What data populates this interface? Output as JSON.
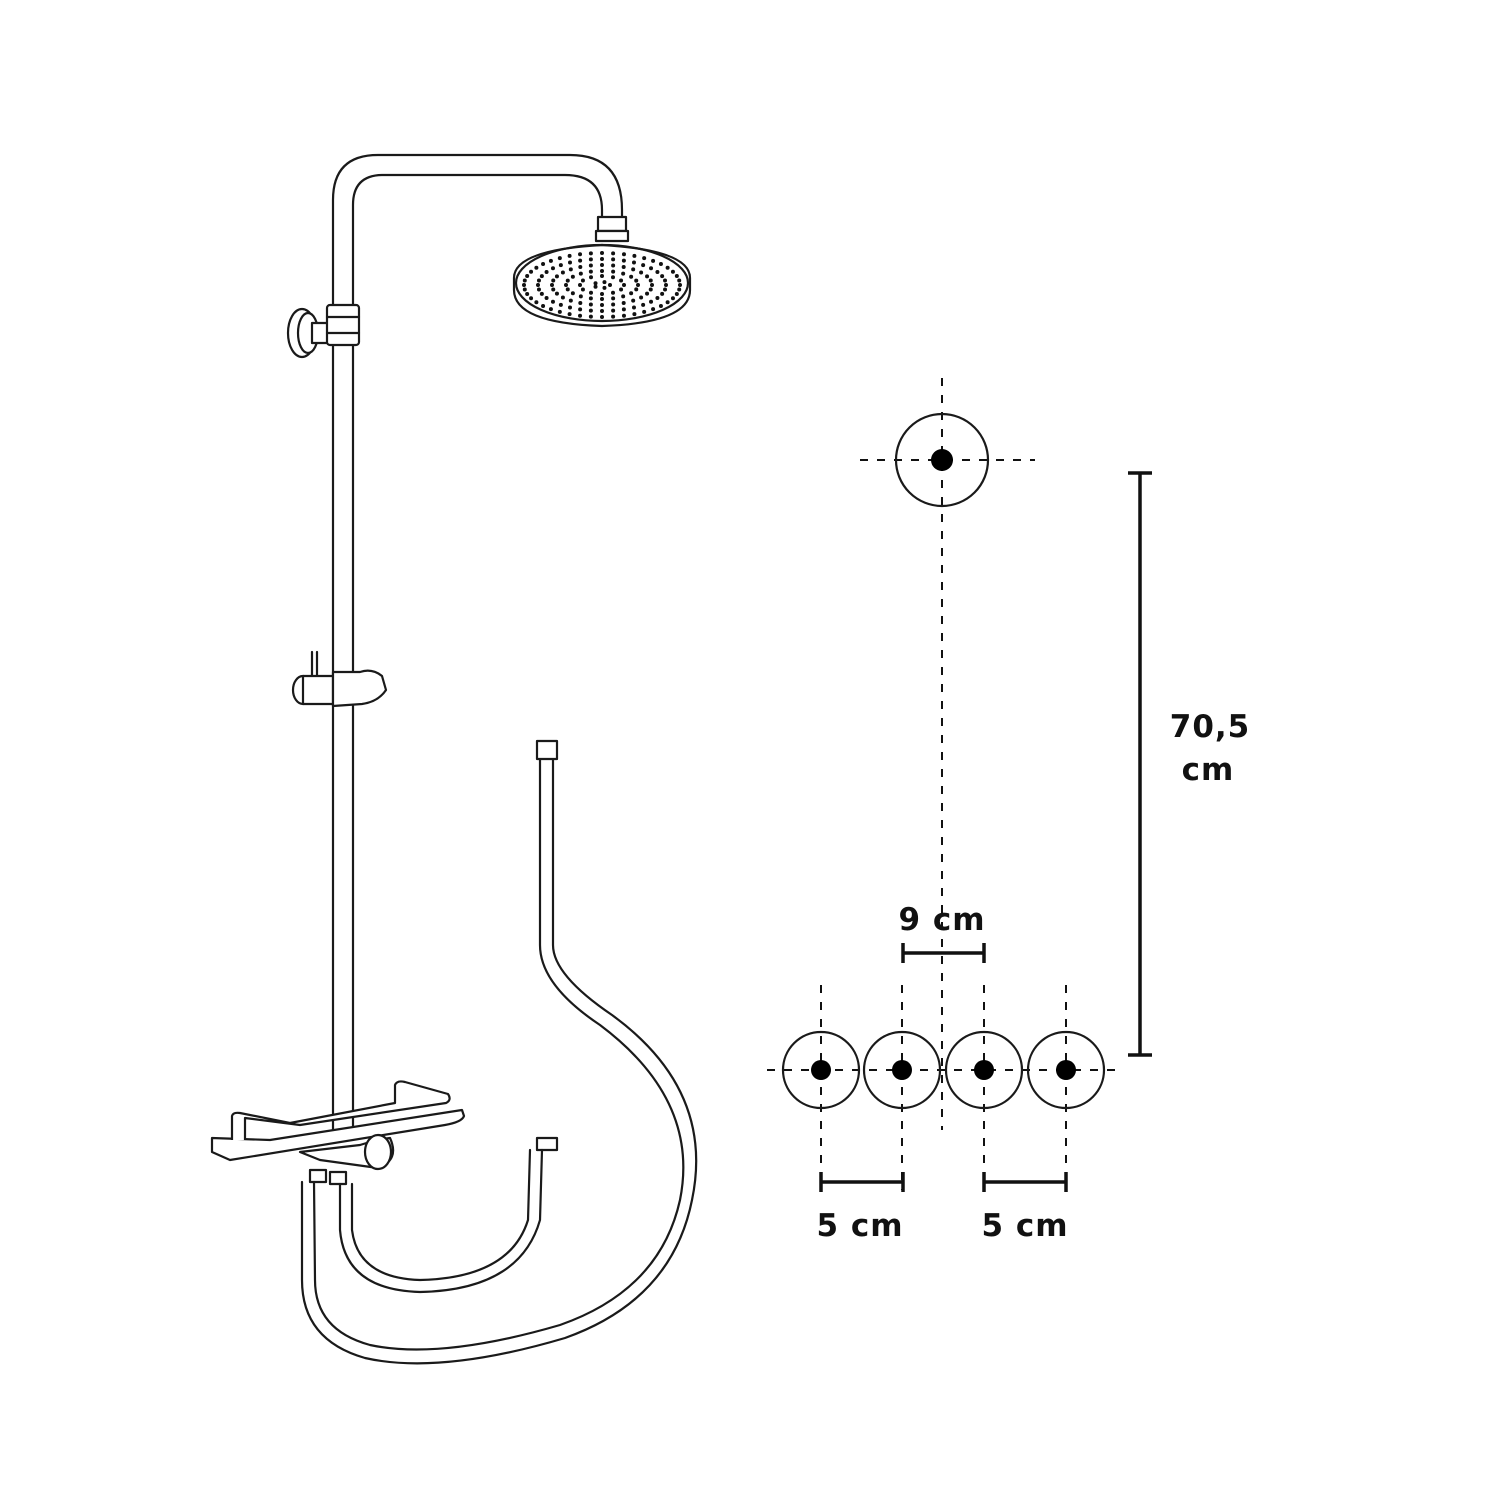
{
  "dimensions": {
    "height_value": "70,5",
    "height_unit": "cm",
    "center_spacing": "9 cm",
    "left_spacing": "5 cm",
    "right_spacing": "5 cm"
  }
}
